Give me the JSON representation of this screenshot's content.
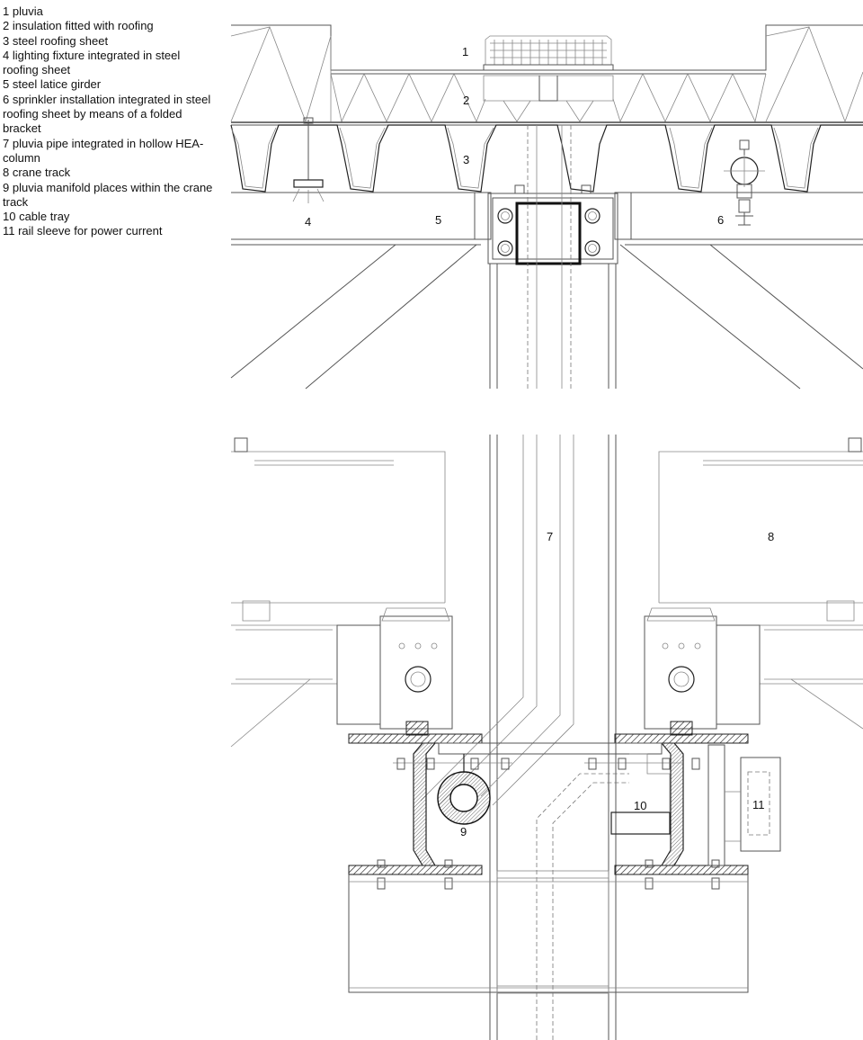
{
  "legend": [
    "1 pluvia",
    "2 insulation fitted with roofing",
    "3 steel roofing sheet",
    "4 lighting fixture integrated in steel roofing sheet",
    "5 steel latice girder",
    "6 sprinkler installation integrated in steel roofing sheet by means of a folded bracket",
    "7 pluvia pipe integrated in hollow HEA-column",
    "8 crane track",
    "9 pluvia manifold places within the crane track",
    "10 cable tray",
    "11 rail sleeve for power current"
  ],
  "callouts": {
    "c1": "1",
    "c2": "2",
    "c3": "3",
    "c4": "4",
    "c5": "5",
    "c6": "6",
    "c7": "7",
    "c8": "8",
    "c9": "9",
    "c10": "10",
    "c11": "11"
  }
}
